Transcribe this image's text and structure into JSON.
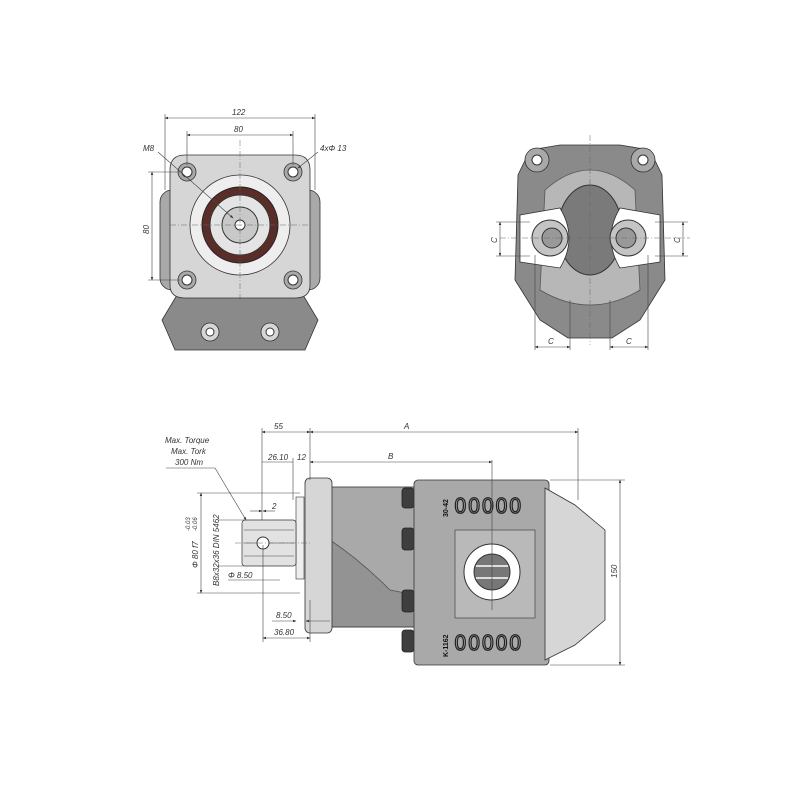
{
  "front_view": {
    "dim_width": "122",
    "dim_holes_horizontal": "80",
    "dim_holes_vertical": "80",
    "thread_label": "M8",
    "holes_label": "4xΦ 13"
  },
  "port_view": {
    "dim_left": "C",
    "dim_right": "C",
    "dim_bottom_left": "C",
    "dim_bottom_right": "C"
  },
  "side_view": {
    "dim_55": "55",
    "dim_A": "A",
    "dim_B": "B",
    "dim_26_10": "26.10",
    "dim_12": "12",
    "dim_2": "2",
    "dim_150": "150",
    "dim_8_50_hole": "Φ 8.50",
    "dim_8_50": "8.50",
    "dim_36_80": "36.80",
    "shaft_diameter": "Φ 80 f7",
    "tol_upper": "-0.03",
    "tol_lower": "-0.06",
    "spline_spec": "B8x32x36 DIN 5462",
    "torque_line1": "Max. Torque",
    "torque_line2": "Max. Tork",
    "torque_line3": "300 Nm",
    "marking_top_code": "30-42",
    "marking_top_serial": "00000",
    "marking_bottom_code": "K-1162",
    "marking_bottom_serial": "00000"
  }
}
